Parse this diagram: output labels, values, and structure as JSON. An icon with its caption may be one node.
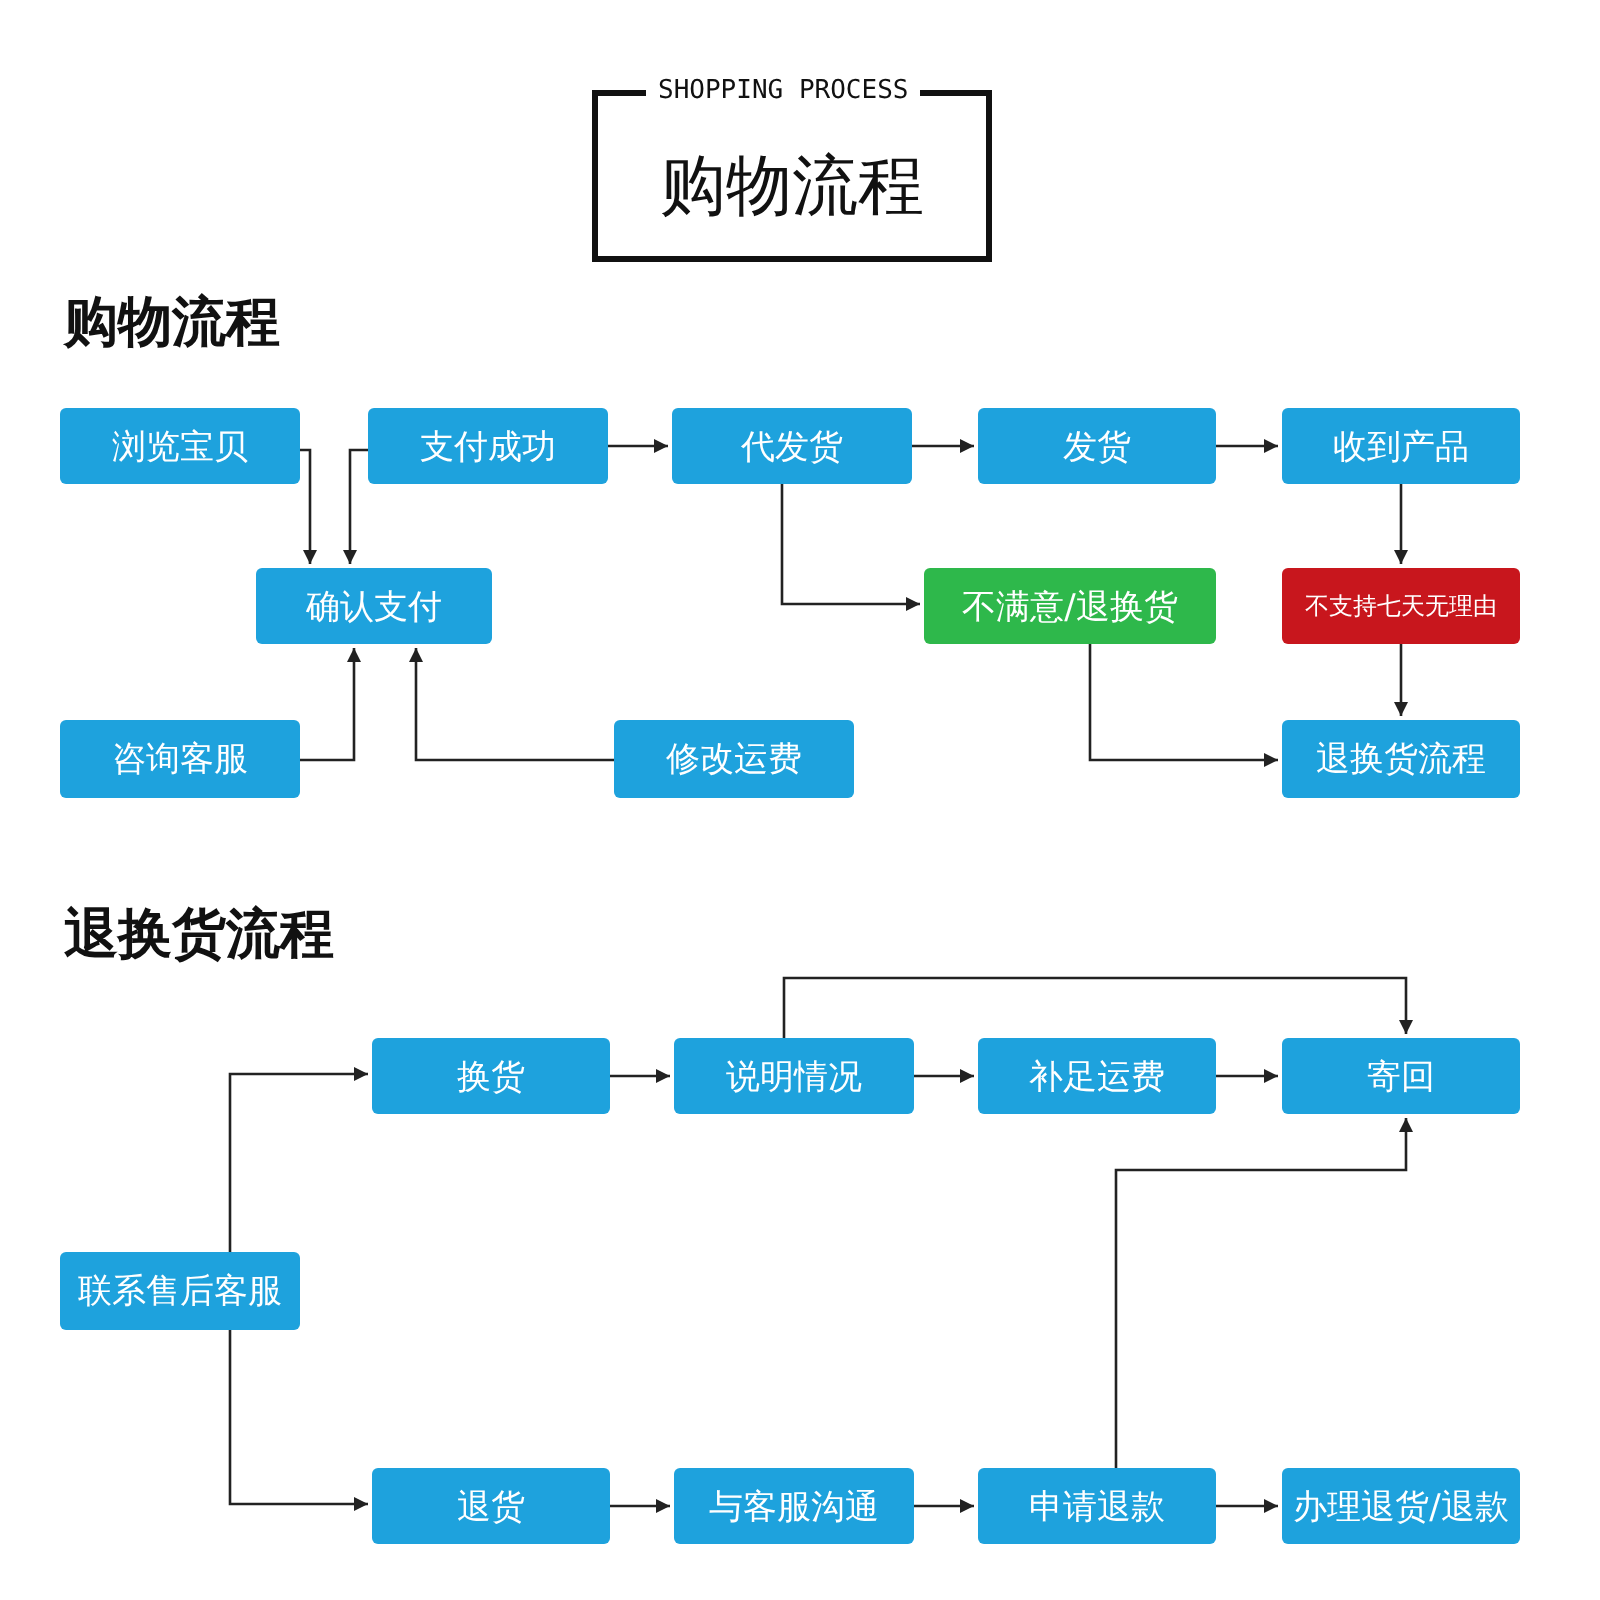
{
  "diagram": {
    "nodes": [
      {
        "text": [
          "SHOPPING PROCESS",
          "购物流程"
        ]
      },
      {
        "text": [
          "浏览宝贝"
        ]
      },
      {
        "text": [
          "支付成功"
        ]
      },
      {
        "text": [
          "代发货"
        ]
      },
      {
        "text": [
          "发货"
        ]
      },
      {
        "text": [
          "收到产品"
        ]
      },
      {
        "text": [
          "确认支付"
        ]
      },
      {
        "text": [
          "不满意/退换货"
        ]
      },
      {
        "text": [
          "不支持七天无理由"
        ]
      },
      {
        "text": [
          "咨询客服"
        ]
      },
      {
        "text": [
          "修改运费"
        ]
      },
      {
        "text": [
          "退换货流程"
        ]
      },
      {
        "text": [
          "换货"
        ]
      },
      {
        "text": [
          "说明情况"
        ]
      },
      {
        "text": [
          "补足运费"
        ]
      },
      {
        "text": [
          "寄回"
        ]
      },
      {
        "text": [
          "联系售后客服"
        ]
      },
      {
        "text": [
          "退货"
        ]
      },
      {
        "text": [
          "与客服沟通"
        ]
      },
      {
        "text": [
          "申请退款"
        ]
      },
      {
        "text": [
          "办理退货/退款"
        ]
      }
    ],
    "edges": [
      {
        "from": 2,
        "to": 3,
        "arrow": "to"
      },
      {
        "from": 3,
        "to": 4,
        "arrow": "to"
      },
      {
        "from": 4,
        "to": 5,
        "arrow": "to"
      },
      {
        "from": 1,
        "to": 6,
        "arrow": "to"
      },
      {
        "from": 2,
        "to": 6,
        "arrow": "to"
      },
      {
        "from": 9,
        "to": 6,
        "arrow": "to"
      },
      {
        "from": 10,
        "to": 6,
        "arrow": "to"
      },
      {
        "from": 3,
        "to": 7,
        "arrow": "to"
      },
      {
        "from": 5,
        "to": 8,
        "arrow": "to"
      },
      {
        "from": 8,
        "to": 11,
        "arrow": "to"
      },
      {
        "from": 7,
        "to": 11,
        "arrow": "to"
      },
      {
        "from": 16,
        "to": 12,
        "arrow": "to"
      },
      {
        "from": 16,
        "to": 17,
        "arrow": "to"
      },
      {
        "from": 12,
        "to": 13,
        "arrow": "to"
      },
      {
        "from": 13,
        "to": 14,
        "arrow": "to"
      },
      {
        "from": 14,
        "to": 15,
        "arrow": "to"
      },
      {
        "from": 13,
        "to": 15,
        "arrow": "to"
      },
      {
        "from": 17,
        "to": 18,
        "arrow": "to"
      },
      {
        "from": 18,
        "to": 19,
        "arrow": "to"
      },
      {
        "from": 19,
        "to": 20,
        "arrow": "to"
      },
      {
        "from": 19,
        "to": 15,
        "arrow": "to"
      }
    ],
    "labels": [
      "购物流程",
      "退换货流程"
    ]
  }
}
